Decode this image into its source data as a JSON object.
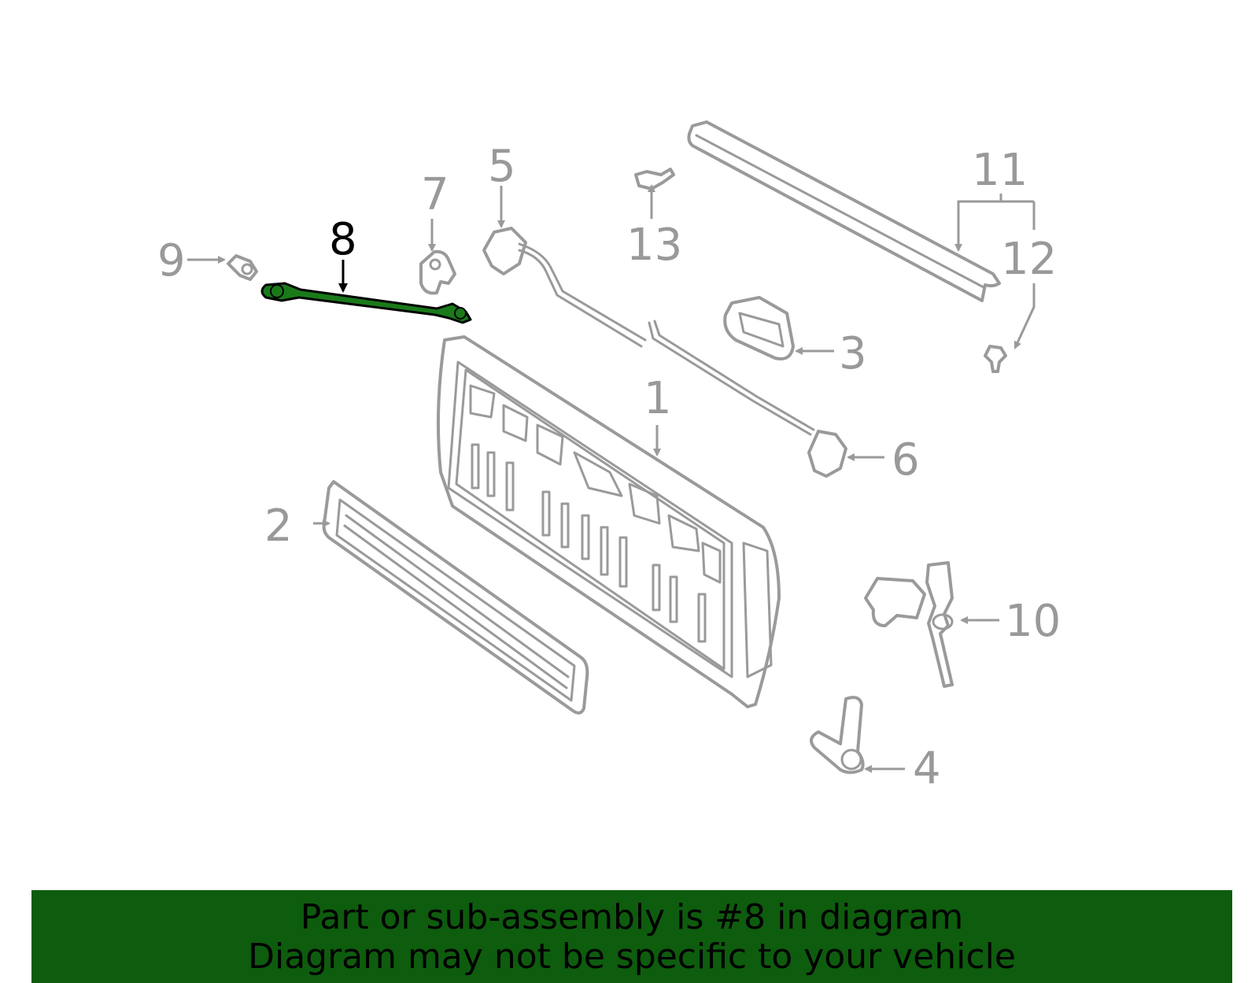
{
  "diagram": {
    "highlighted_part": "8",
    "highlight_color": "#1a7a1a",
    "banner_color": "#0e5c0e",
    "parts": [
      {
        "id": "p1",
        "label": "1",
        "name": "tailgate-panel"
      },
      {
        "id": "p2",
        "label": "2",
        "name": "tailgate-inner-cover"
      },
      {
        "id": "p3",
        "label": "3",
        "name": "handle-bezel"
      },
      {
        "id": "p4",
        "label": "4",
        "name": "striker-bracket"
      },
      {
        "id": "p5",
        "label": "5",
        "name": "left-latch"
      },
      {
        "id": "p6",
        "label": "6",
        "name": "right-latch"
      },
      {
        "id": "p7",
        "label": "7",
        "name": "cable-bracket"
      },
      {
        "id": "p8",
        "label": "8",
        "name": "support-cable"
      },
      {
        "id": "p9",
        "label": "9",
        "name": "bolt"
      },
      {
        "id": "p10",
        "label": "10",
        "name": "lock-cylinder-and-key"
      },
      {
        "id": "p11",
        "label": "11",
        "name": "top-protector"
      },
      {
        "id": "p12",
        "label": "12",
        "name": "clip"
      },
      {
        "id": "p13",
        "label": "13",
        "name": "screw"
      }
    ]
  },
  "banner": {
    "line1": "Part or sub-assembly is #8 in diagram",
    "line2": "Diagram may not be specific to your vehicle"
  }
}
